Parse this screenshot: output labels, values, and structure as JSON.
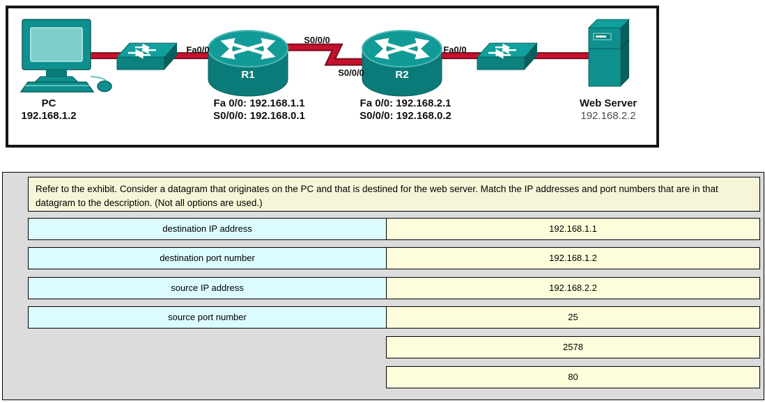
{
  "colors": {
    "device_teal": "#0E918E",
    "device_teal_dark": "#0A6F6D",
    "device_teal_light": "#7CCFCB",
    "cable_red": "#C8102E",
    "cable_red_dark": "#7E1120",
    "panel_bg": "#DCDCDC",
    "question_bg": "#F7F5D8",
    "description_bg": "#DBFBFF",
    "option_bg": "#FFFEDC"
  },
  "exhibit": {
    "pc": {
      "label": "PC",
      "ip": "192.168.1.2"
    },
    "r1": {
      "name": "R1",
      "fa_port": "Fa0/0",
      "serial_port": "S0/0/0",
      "addr_line1": "Fa 0/0: 192.168.1.1",
      "addr_line2": "S0/0/0: 192.168.0.1"
    },
    "r2": {
      "name": "R2",
      "fa_port": "Fa0/0",
      "serial_port": "S0/0/0",
      "addr_line1": "Fa 0/0: 192.168.2.1",
      "addr_line2": "S0/0/0: 192.168.0.2"
    },
    "server": {
      "label": "Web Server",
      "ip": "192.168.2.2"
    }
  },
  "question": {
    "text": "Refer to the exhibit. Consider a datagram that originates on the PC and that is destined for the web server. Match the IP addresses and port numbers that are in that datagram to the description. (Not all options are used.)"
  },
  "matching": {
    "rows": [
      {
        "description": "destination IP address",
        "option": "192.168.1.1"
      },
      {
        "description": "destination port number",
        "option": "192.168.1.2"
      },
      {
        "description": "source IP address",
        "option": "192.168.2.2"
      },
      {
        "description": "source port number",
        "option": "25"
      },
      {
        "option": "2578"
      },
      {
        "option": "80"
      }
    ]
  }
}
